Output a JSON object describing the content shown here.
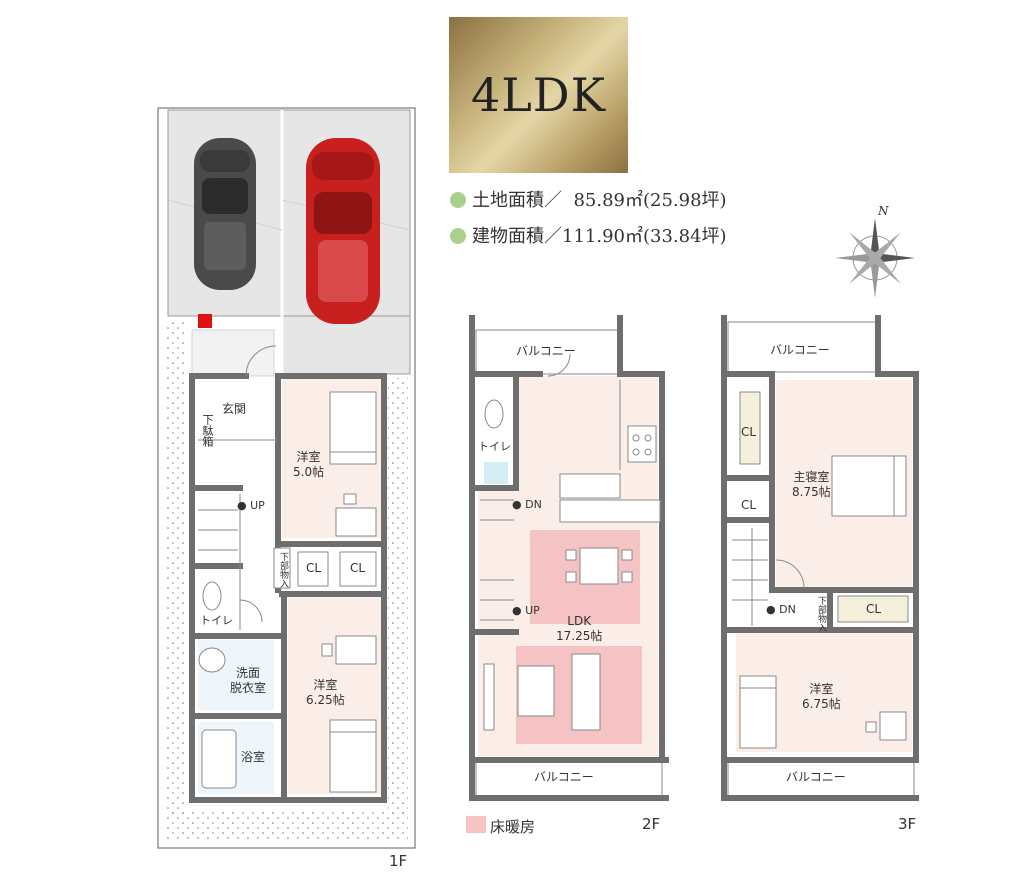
{
  "plan_type": "4LDK",
  "specs": {
    "land_label": "土地面積／",
    "land_value": "85.89㎡(25.98坪)",
    "building_label": "建物面積／",
    "building_value": "111.90㎡(33.84坪)"
  },
  "compass": {
    "north_label": "N"
  },
  "legend": {
    "floor_heating": "床暖房"
  },
  "floors": {
    "f1": {
      "label": "1F",
      "genkan": "玄関",
      "getabako": "下駄箱",
      "yoshitsu_a": "洋室",
      "yoshitsu_a_size": "5.0帖",
      "up": "UP",
      "cl_1": "CL",
      "cl_2": "CL",
      "storage": "下部物入",
      "toilet": "トイレ",
      "washroom_1": "洗面",
      "washroom_2": "脱衣室",
      "yoshitsu_b": "洋室",
      "yoshitsu_b_size": "6.25帖",
      "bath": "浴室"
    },
    "f2": {
      "label": "2F",
      "balcony_top": "バルコニー",
      "toilet": "トイレ",
      "dn": "DN",
      "up": "UP",
      "ldk": "LDK",
      "ldk_size": "17.25帖",
      "balcony_bottom": "バルコニー"
    },
    "f3": {
      "label": "3F",
      "balcony_top": "バルコニー",
      "cl_1": "CL",
      "cl_2": "CL",
      "cl_3": "CL",
      "master": "主寝室",
      "master_size": "8.75帖",
      "dn": "DN",
      "storage": "下部物入",
      "yoshitsu": "洋室",
      "yoshitsu_size": "6.75帖",
      "balcony_bottom": "バルコニー"
    }
  },
  "colors": {
    "wall": "#6e6e6e",
    "room_fill": "#fbeee8",
    "floor_heating": "#f5c3c3",
    "parking": "#e6e6e6",
    "dot_green": "#a9d18e",
    "car_red": "#c81f1f",
    "car_dark": "#4a4a4a"
  }
}
